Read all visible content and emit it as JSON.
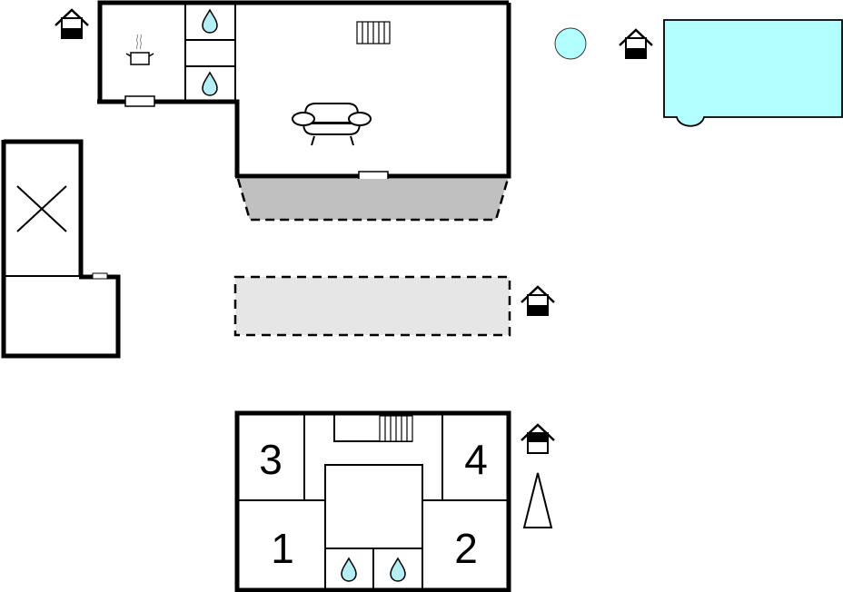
{
  "diagram": {
    "type": "floor-plan",
    "colors": {
      "wall": "#000000",
      "water": "#b3ffff",
      "water_drop": "#b5eef4",
      "terrace_covered": "#c0c0c0",
      "terrace_open": "#e6e6e6",
      "background": "#ffffff"
    },
    "ground_floor": {
      "kitchen": {
        "icon": "cooking-pot-icon"
      },
      "bathrooms": [
        {
          "icon": "water-drop-icon"
        },
        {
          "icon": "water-drop-icon"
        }
      ],
      "living_room": {
        "icons": [
          "radiator-icon",
          "sofa-icon"
        ]
      },
      "covered_terrace": {
        "style": "gray-dashed"
      },
      "open_terrace": {
        "style": "light-gray-dashed"
      },
      "annex": {
        "icon": "cross-mark-icon"
      }
    },
    "outdoor": {
      "hot_tub": {
        "icon": "circle-pool-icon"
      },
      "pool": {
        "icon": "rectangle-pool-icon"
      }
    },
    "upper_floor": {
      "bedrooms": [
        {
          "label": "1"
        },
        {
          "label": "2"
        },
        {
          "label": "3"
        },
        {
          "label": "4"
        }
      ],
      "bathrooms": [
        {
          "icon": "water-drop-icon"
        },
        {
          "icon": "water-drop-icon"
        }
      ],
      "icons": [
        "radiator-icon",
        "stairs-up-icon",
        "north-arrow-icon"
      ]
    },
    "floor_markers": [
      "ground-floor-marker",
      "ground-floor-marker",
      "ground-floor-marker",
      "upper-floor-marker"
    ]
  }
}
